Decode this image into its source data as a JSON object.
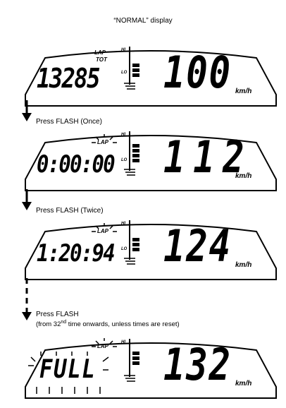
{
  "title": "“NORMAL” display",
  "steps": [
    {
      "caption": "",
      "time": "13285",
      "speed": "100",
      "top_label": "LAP",
      "top_label2": "TOT",
      "flash_lap": false,
      "flash_full": false
    },
    {
      "caption": "Press FLASH (Once)",
      "time": "0:00:00",
      "speed": "112",
      "top_label": "LAP",
      "top_label2": "",
      "flash_lap": true,
      "flash_full": false
    },
    {
      "caption": "Press FLASH (Twice)",
      "time": "1:20:94",
      "speed": "124",
      "top_label": "LAP",
      "top_label2": "",
      "flash_lap": true,
      "flash_full": false
    },
    {
      "caption": "Press FLASH",
      "time": "FULL",
      "speed": "132",
      "top_label": "LAP",
      "top_label2": "",
      "flash_lap": true,
      "flash_full": true
    }
  ],
  "note": {
    "prefix": "(from 32",
    "sup": "nd",
    "suffix": " time onwards, unless times are reset)"
  },
  "gauge": {
    "hi": "HI",
    "lo": "LO"
  },
  "unit": "km/h"
}
